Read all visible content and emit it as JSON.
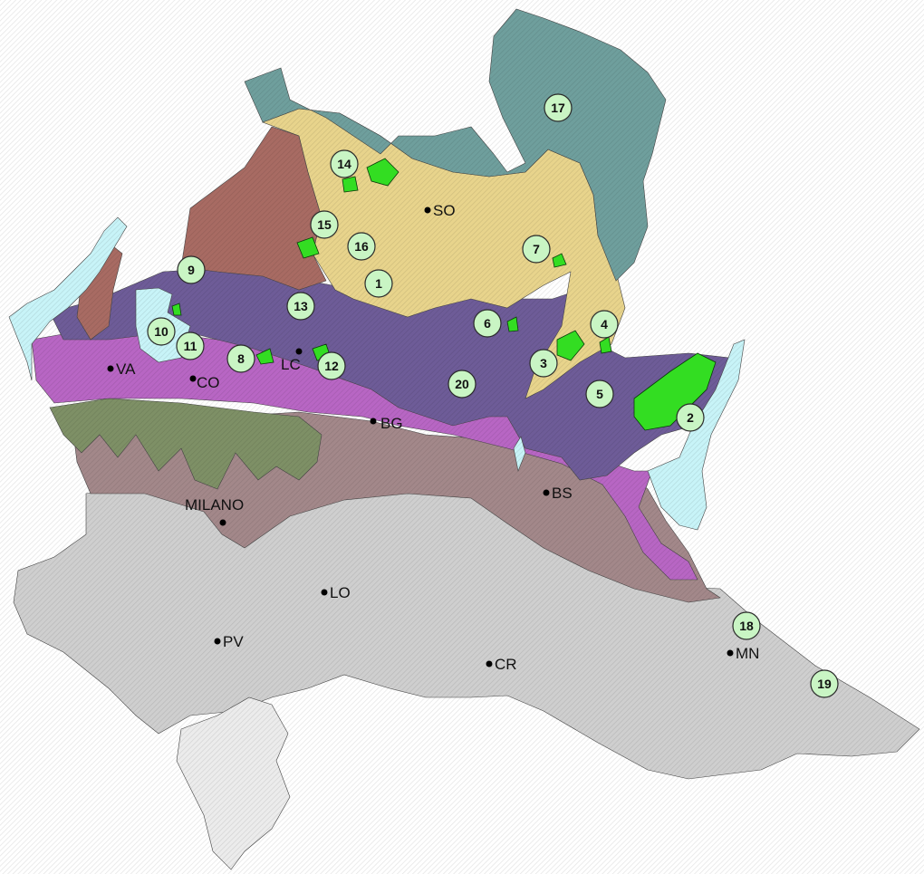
{
  "map": {
    "colors": {
      "lakes": "#c8f4f8",
      "teal_zone": "#6f9f9d",
      "yellow_zone": "#e8d48c",
      "brown_zone": "#a86b63",
      "purple_zone": "#6e5c98",
      "magenta_zone": "#b866c4",
      "olive_zone": "#7e9066",
      "mauve_zone": "#a3888a",
      "plain_zone": "#cfcfcf",
      "south_zone": "#ececec",
      "green_patches": "#33dd22"
    },
    "cities": [
      {
        "id": "so",
        "label": "SO"
      },
      {
        "id": "va",
        "label": "VA"
      },
      {
        "id": "co",
        "label": "CO"
      },
      {
        "id": "lc",
        "label": "LC"
      },
      {
        "id": "bg",
        "label": "BG"
      },
      {
        "id": "bs",
        "label": "BS"
      },
      {
        "id": "milano",
        "label": "MILANO"
      },
      {
        "id": "lo",
        "label": "LO"
      },
      {
        "id": "pv",
        "label": "PV"
      },
      {
        "id": "cr",
        "label": "CR"
      },
      {
        "id": "mn",
        "label": "MN"
      }
    ],
    "markers": [
      "1",
      "2",
      "3",
      "4",
      "5",
      "6",
      "7",
      "8",
      "9",
      "10",
      "11",
      "12",
      "13",
      "14",
      "15",
      "16",
      "17",
      "18",
      "19",
      "20"
    ]
  }
}
